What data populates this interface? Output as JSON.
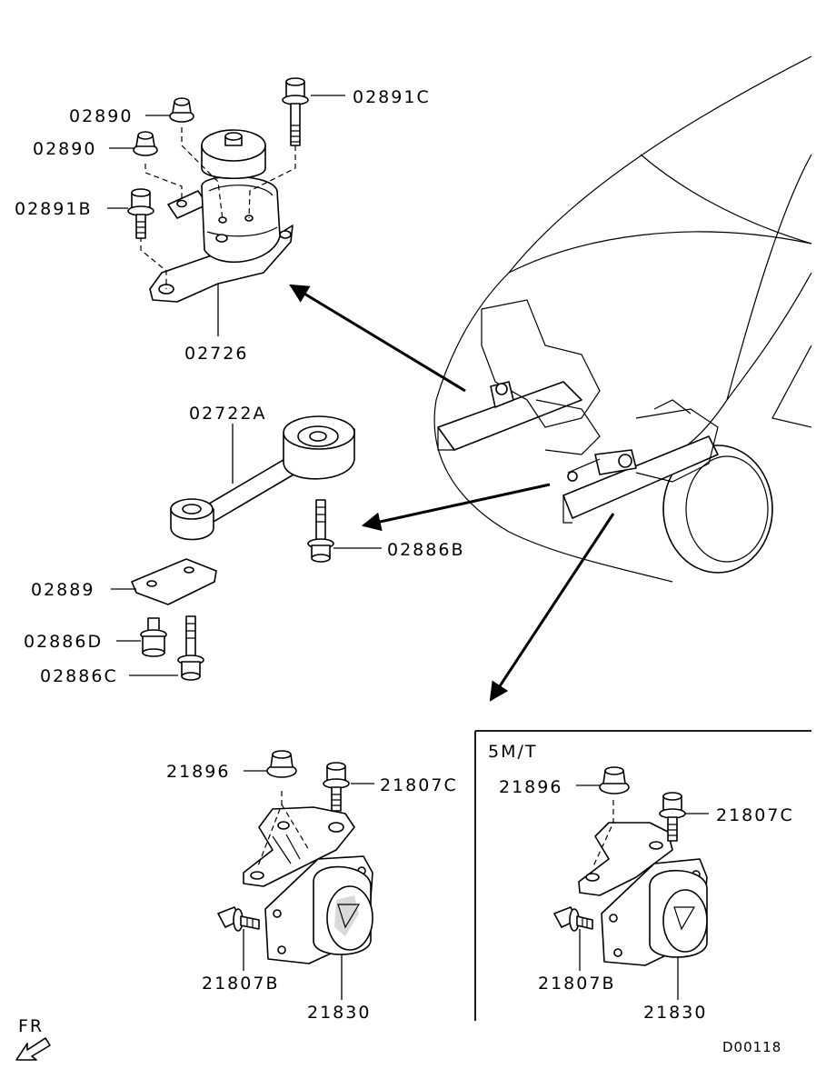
{
  "labels": {
    "p02891C": "02891C",
    "p02890a": "02890",
    "p02890b": "02890",
    "p02891B": "02891B",
    "p02726": "02726",
    "p02722A": "02722A",
    "p02886B": "02886B",
    "p02889": "02889",
    "p02886D": "02886D",
    "p02886C": "02886C",
    "l21896": "21896",
    "l21807C": "21807C",
    "l21807B": "21807B",
    "l21830": "21830",
    "r21896": "21896",
    "r21807C": "21807C",
    "r21807B": "21807B",
    "r21830": "21830"
  },
  "inset_title": "5M/T",
  "front_indicator": "FR",
  "diagram_code": "D00118"
}
